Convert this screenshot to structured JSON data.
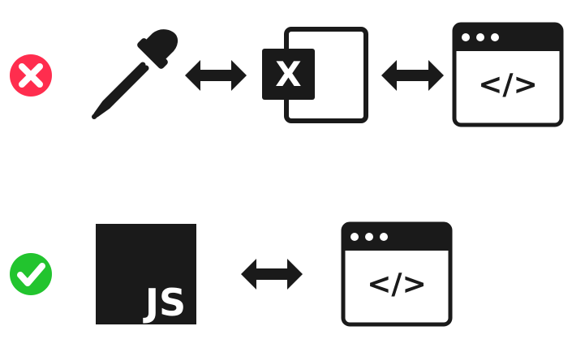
{
  "colors": {
    "ink": "#1a1a1a",
    "bad": "#ff2d4e",
    "good": "#22c42e",
    "background": "#ffffff"
  },
  "rows": [
    {
      "status": "bad",
      "status_icon": "x-circle-icon",
      "items": [
        {
          "icon": "eyedropper-icon"
        },
        {
          "icon": "double-arrow-icon"
        },
        {
          "icon": "excel-file-icon",
          "label": "X"
        },
        {
          "icon": "double-arrow-icon"
        },
        {
          "icon": "browser-code-icon",
          "label": "</>"
        }
      ]
    },
    {
      "status": "good",
      "status_icon": "checkmark-circle-icon",
      "items": [
        {
          "icon": "javascript-icon",
          "label": "JS"
        },
        {
          "icon": "double-arrow-icon"
        },
        {
          "icon": "browser-code-icon",
          "label": "</>"
        }
      ]
    }
  ]
}
